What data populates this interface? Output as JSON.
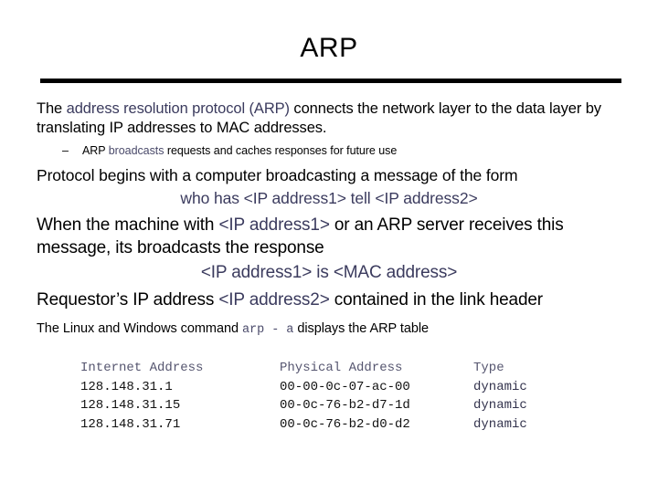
{
  "slide": {
    "title": "ARP"
  },
  "body": {
    "intro": {
      "lead": "The ",
      "accent": "address resolution protocol (ARP)",
      "rest": " connects the network layer to the data layer by translating IP addresses to MAC addresses."
    },
    "sub_bullet": {
      "dash": "–",
      "pre": "ARP ",
      "accent": "broadcasts",
      "post": " requests and caches responses for future use"
    },
    "protocol_line": "Protocol begins with a computer broadcasting a message of the form",
    "request_format": "who has <IP address1> tell <IP address2>",
    "when_line": "When the machine with <IP address1> or an ARP server receives this message, its broadcasts the response",
    "when_line_pre": "When the machine with ",
    "when_line_accent": "<IP address1>",
    "when_line_post": " or an ARP server receives this message, its broadcasts the response",
    "response_format": "<IP address1> is <MAC address>",
    "requestor_pre": "Requestor’s IP address ",
    "requestor_accent": "<IP address2>",
    "requestor_post": "  contained in the link header",
    "command_pre": "The Linux and Windows command ",
    "command_mono": "arp - a",
    "command_post": " displays the ARP table"
  },
  "arp_table": {
    "headers": [
      "Internet Address",
      "Physical Address",
      "Type"
    ],
    "rows": [
      [
        "128.148.31.1",
        "00-00-0c-07-ac-00",
        "dynamic"
      ],
      [
        "128.148.31.15",
        "00-0c-76-b2-d7-1d",
        "dynamic"
      ],
      [
        "128.148.31.71",
        "00-0c-76-b2-d0-d2",
        "dynamic"
      ]
    ]
  },
  "colors": {
    "text": "#000000",
    "accent": "#3b3b5e",
    "accent_soft": "#4a4a6a",
    "rule": "#000000",
    "background": "#ffffff"
  }
}
